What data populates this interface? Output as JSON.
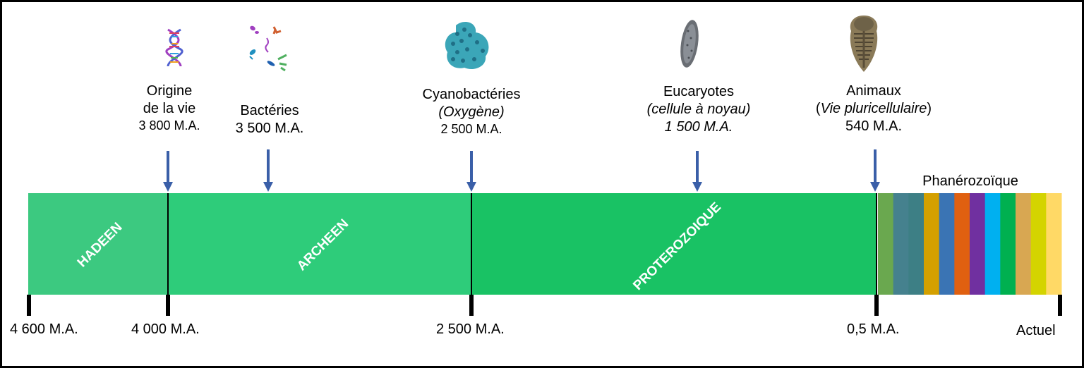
{
  "eras": [
    {
      "name": "HADEEN",
      "color": "#3cc980"
    },
    {
      "name": "ARCHEEN",
      "color": "#2ecc7a"
    },
    {
      "name": "PROTEROZOIQUE",
      "color": "#19c264"
    }
  ],
  "phanerozoic": {
    "label": "Phanérozoïque",
    "colors": [
      "#6aa84f",
      "#45818e",
      "#3d7f85",
      "#d4a000",
      "#3a74b4",
      "#e06010",
      "#7030a0",
      "#00b0f0",
      "#00b050",
      "#d8a752",
      "#d4d400",
      "#ffd966"
    ]
  },
  "events": [
    {
      "icon": "dna-icon",
      "lines": [
        "Origine",
        "de la vie",
        "3 800 M.A."
      ]
    },
    {
      "icon": "bacteria-icon",
      "lines": [
        "Bactéries",
        "3 500 M.A."
      ]
    },
    {
      "icon": "cyanobacteria-icon",
      "lines": [
        "Cyanobactéries",
        "(Oxygène)",
        "2 500 M.A."
      ]
    },
    {
      "icon": "eukaryote-cell-icon",
      "lines": [
        "Eucaryotes",
        "(cellule à noyau)",
        "1 500 M.A."
      ]
    },
    {
      "icon": "trilobite-icon",
      "line1": "Animaux",
      "line2_open": "(",
      "line2_italic": "Vie pluricellulaire",
      "line2_close": ")",
      "line3": "540 M.A."
    }
  ],
  "ticks": [
    "4 600 M.A.",
    "4 000 M.A.",
    "2 500 M.A.",
    "0,5 M.A.",
    "Actuel"
  ],
  "colors": {
    "arrow": "#3a5fa8",
    "divider": "#000000"
  }
}
